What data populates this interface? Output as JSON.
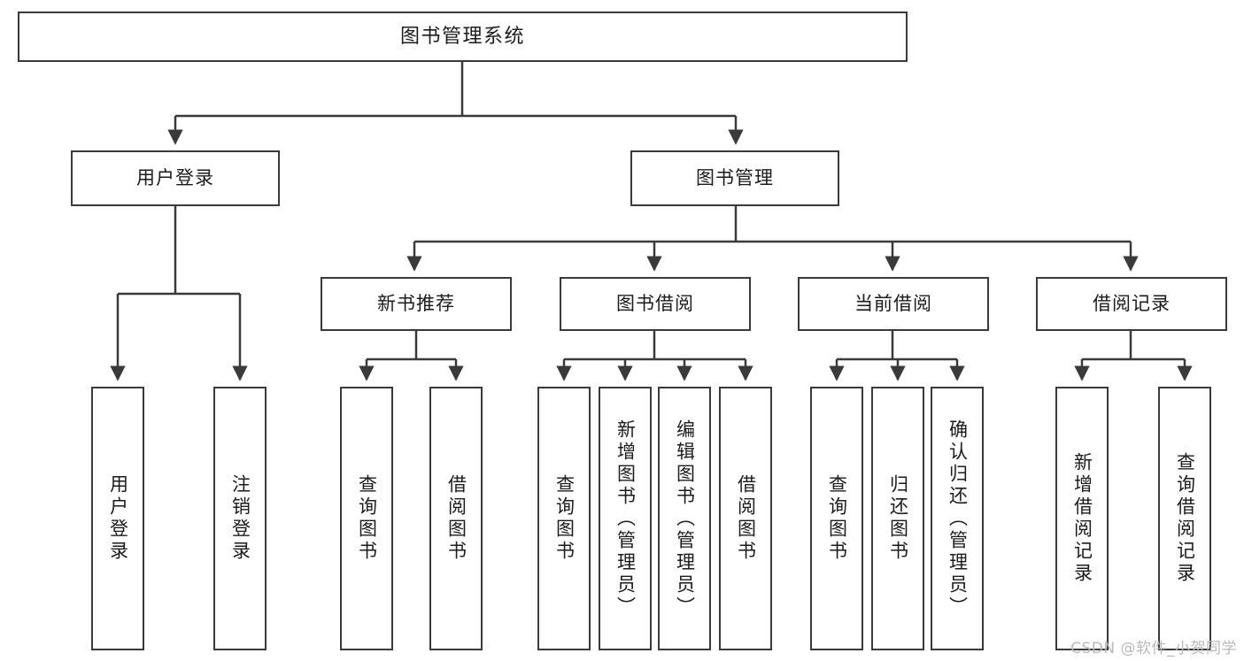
{
  "diagram": {
    "title": "图书管理系统",
    "type": "hierarchy-tree",
    "watermark": "CSDN @软件_小贺同学",
    "colors": {
      "box_border": "#3a3a3a",
      "box_fill": "#ffffff",
      "connector": "#3a3a3a",
      "text": "#1b1b1b",
      "watermark": "#b9b9b9"
    },
    "levels": {
      "root": "图书管理系统",
      "level2": [
        "用户登录",
        "图书管理"
      ],
      "level3": [
        "新书推荐",
        "图书借阅",
        "当前借阅",
        "借阅记录"
      ]
    },
    "nodes": {
      "root": {
        "label": "图书管理系统"
      },
      "user_login": {
        "label": "用户登录"
      },
      "book_manage": {
        "label": "图书管理"
      },
      "new_book_rec": {
        "label": "新书推荐"
      },
      "book_borrow": {
        "label": "图书借阅"
      },
      "current_borrow": {
        "label": "当前借阅"
      },
      "borrow_record": {
        "label": "借阅记录"
      },
      "leaf_user_login": {
        "label": "用户登录"
      },
      "leaf_user_logout": {
        "label": "注销登录"
      },
      "leaf_query_book_1": {
        "label": "查询图书"
      },
      "leaf_borrow_book_1": {
        "label": "借阅图书"
      },
      "leaf_query_book_2": {
        "label": "查询图书"
      },
      "leaf_add_book_admin": {
        "label": "新增图书（管理员）"
      },
      "leaf_edit_book_admin": {
        "label": "编辑图书（管理员）"
      },
      "leaf_borrow_book_2": {
        "label": "借阅图书"
      },
      "leaf_query_book_3": {
        "label": "查询图书"
      },
      "leaf_return_book": {
        "label": "归还图书"
      },
      "leaf_confirm_return_admin": {
        "label": "确认归还（管理员）"
      },
      "leaf_add_borrow_record": {
        "label": "新增借阅记录"
      },
      "leaf_query_borrow_record": {
        "label": "查询借阅记录"
      }
    },
    "edges": [
      {
        "from": "图书管理系统",
        "to": "用户登录"
      },
      {
        "from": "图书管理系统",
        "to": "图书管理"
      },
      {
        "from": "用户登录",
        "to": "用户登录"
      },
      {
        "from": "用户登录",
        "to": "注销登录"
      },
      {
        "from": "图书管理",
        "to": "新书推荐"
      },
      {
        "from": "图书管理",
        "to": "图书借阅"
      },
      {
        "from": "图书管理",
        "to": "当前借阅"
      },
      {
        "from": "图书管理",
        "to": "借阅记录"
      },
      {
        "from": "新书推荐",
        "to": "查询图书"
      },
      {
        "from": "新书推荐",
        "to": "借阅图书"
      },
      {
        "from": "图书借阅",
        "to": "查询图书"
      },
      {
        "from": "图书借阅",
        "to": "新增图书（管理员）"
      },
      {
        "from": "图书借阅",
        "to": "编辑图书（管理员）"
      },
      {
        "from": "图书借阅",
        "to": "借阅图书"
      },
      {
        "from": "当前借阅",
        "to": "查询图书"
      },
      {
        "from": "当前借阅",
        "to": "归还图书"
      },
      {
        "from": "当前借阅",
        "to": "确认归还（管理员）"
      },
      {
        "from": "借阅记录",
        "to": "新增借阅记录"
      },
      {
        "from": "借阅记录",
        "to": "查询借阅记录"
      }
    ]
  }
}
